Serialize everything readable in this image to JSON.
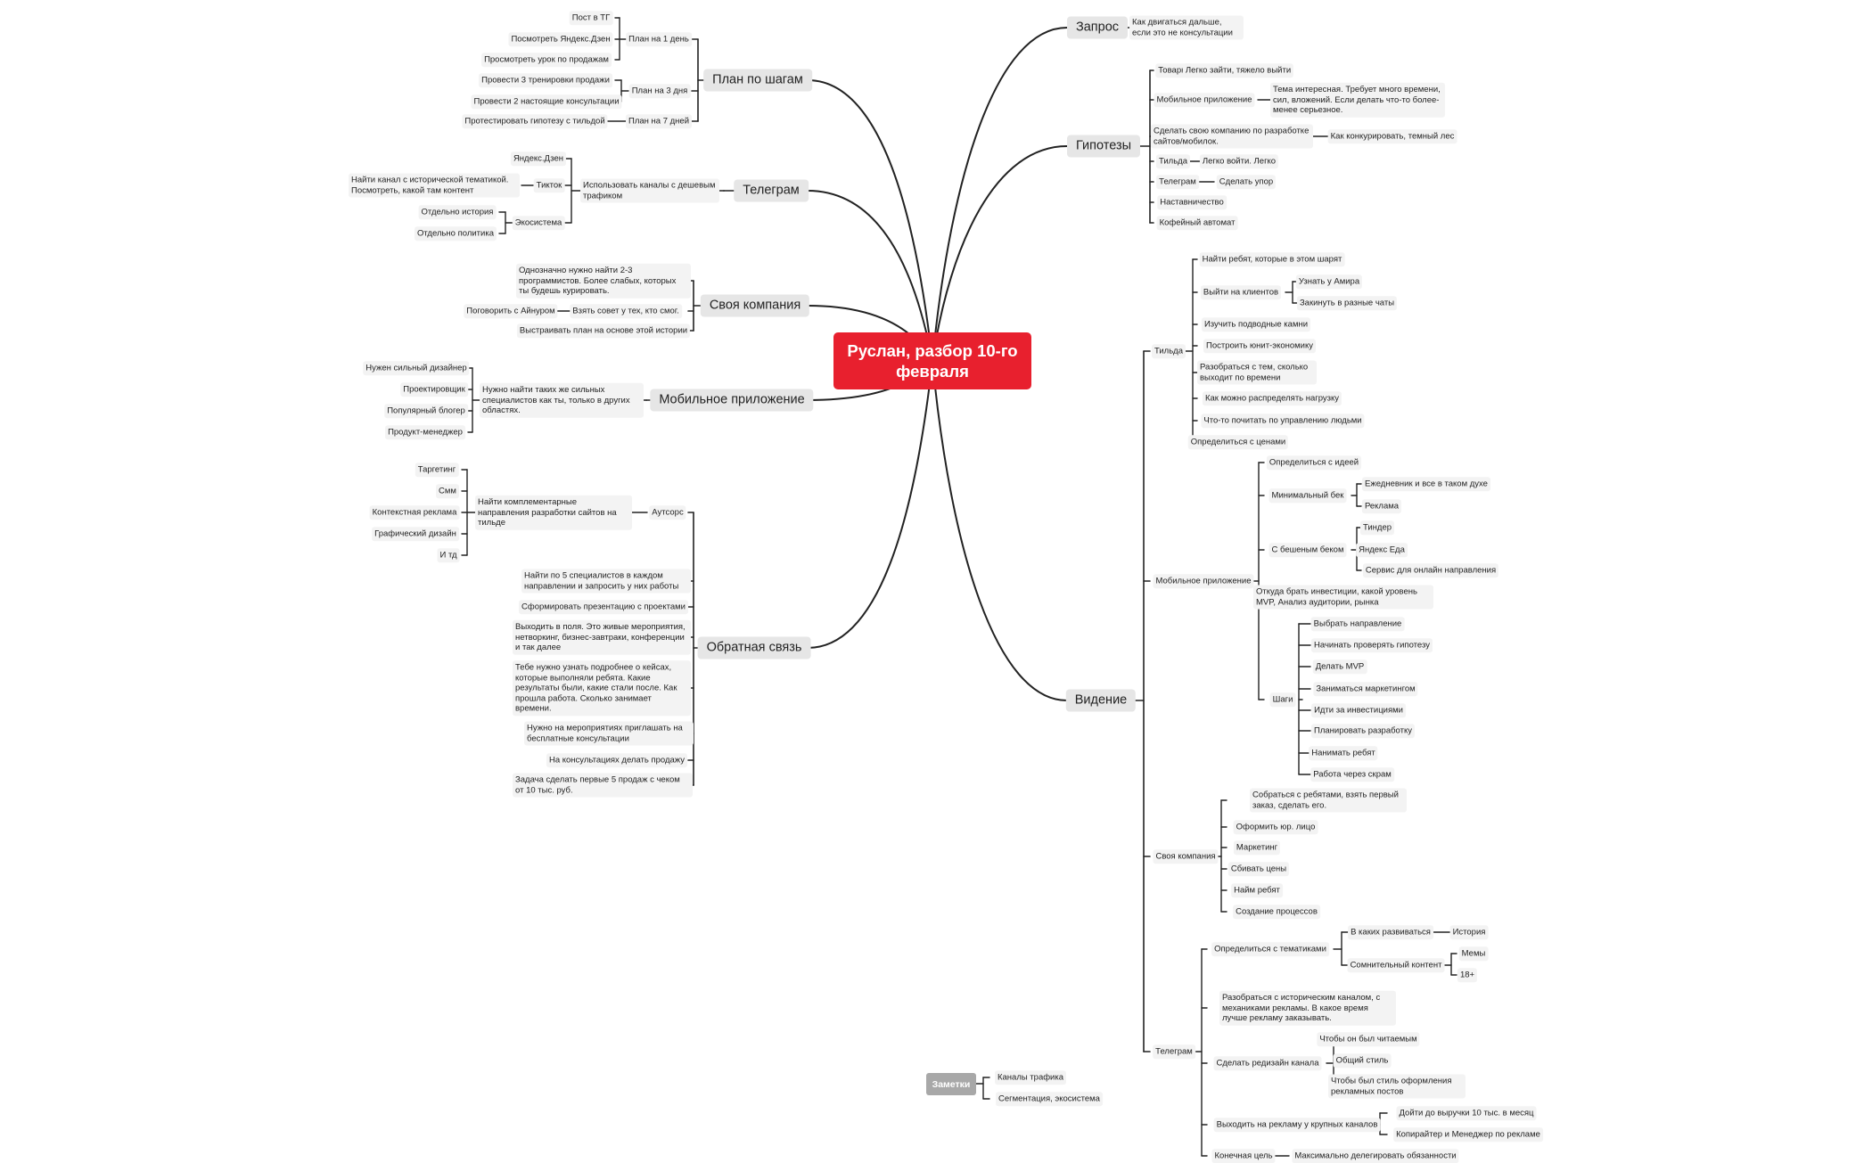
{
  "root": "Руслан, разбор 10-го февраля",
  "branches": {
    "zapros": {
      "label": "Запрос",
      "items": [
        "Как двигаться дальше, если это не консультации"
      ]
    },
    "gipotezy": {
      "label": "Гипотезы",
      "items": [
        {
          "label": "Товарка",
          "child": "Легко зайти, тяжело выйти"
        },
        {
          "label": "Мобильное приложение",
          "child": "Тема интересная. Требует много времени, сил, вложений. Если делать что-то более-менее серьезное."
        },
        {
          "label": "Сделать свою компанию по разработке сайтов/мобилок.",
          "child": "Как конкурировать, темный лес"
        },
        {
          "label": "Тильда",
          "child": "Легко войти. Легко"
        },
        {
          "label": "Телеграм",
          "child": "Сделать упор"
        },
        {
          "label": "Наставничество"
        },
        {
          "label": "Кофейный автомат"
        }
      ]
    },
    "videnie": {
      "label": "Видение",
      "tilda": {
        "label": "Тильда",
        "items": [
          "Найти ребят, которые в этом шарят",
          "Выйти на клиентов",
          "Изучить подводные камни",
          "Построить юнит-экономику",
          "Разобраться с тем, сколько выходит по времени",
          "Как можно распределять нагрузку",
          "Что-то почитать по управлению людьми",
          "Определиться с ценами"
        ],
        "clients": [
          "Узнать у Амира",
          "Закинуть в разные чаты"
        ]
      },
      "mobile": {
        "label": "Мобильное приложение",
        "items": [
          "Определиться с идеей",
          "Минимальный бек",
          "С бешеным беком",
          "Откуда брать инвестиции, какой уровень MVP, Анализ аудитории, рынка",
          "Шаги"
        ],
        "min_back": [
          "Ежедневник и все в таком духе",
          "Реклама"
        ],
        "crazy_back": [
          "Тиндер",
          "Яндекс Еда",
          "Сервис для онлайн направления"
        ],
        "steps": [
          "Выбрать направление",
          "Начинать проверять гипотезу",
          "Делать MVP",
          "Заниматься маркетингом",
          "Идти за инвестициями",
          "Планировать разработку",
          "Нанимать ребят",
          "Работа через скрам"
        ]
      },
      "company": {
        "label": "Своя компания",
        "items": [
          "Собраться с ребятами, взять первый заказ, сделать его.",
          "Оформить юр. лицо",
          "Маркетинг",
          "Сбивать цены",
          "Найм ребят",
          "Создание процессов"
        ]
      },
      "telegram": {
        "label": "Телеграм",
        "items": [
          "Определиться с тематиками",
          "Разобраться с историческим каналом, с механиками рекламы. В какое время лучше рекламу заказывать.",
          "Сделать редизайн канала",
          "Выходить на рекламу у крупных каналов",
          "Конечная цель"
        ],
        "themes": [
          "В каких развиваться",
          "Сомнительный контент"
        ],
        "themes_grow": "История",
        "themes_doubt": [
          "Мемы",
          "18+"
        ],
        "redesign": [
          "Чтобы он был читаемым",
          "Общий стиль",
          "Чтобы был стиль оформления рекламных постов"
        ],
        "ads": [
          "Дойти до выручки 10 тыс. в месяц",
          "Копирайтер и Менеджер по рекламе"
        ],
        "goal": "Максимально делегировать обязанности"
      }
    },
    "plan": {
      "label": "План по шагам",
      "items": [
        {
          "label": "План на 1 день",
          "children": [
            "Пост в ТГ",
            "Посмотреть Яндекс.Дзен",
            "Просмотреть урок по продажам"
          ]
        },
        {
          "label": "План на 3 дня",
          "children": [
            "Провести 3 тренировки продажи",
            "Провести 2 настоящие консультации"
          ]
        },
        {
          "label": "План на 7 дней",
          "children": [
            "Протестировать гипотезу с тильдой"
          ]
        }
      ]
    },
    "telegram": {
      "label": "Телеграм",
      "hub": "Использовать каналы с дешевым трафиком",
      "items": [
        "Яндекс.Дзен",
        "Тикток",
        "Экосистема"
      ],
      "tiktok": "Найти канал с исторической тематикой. Посмотреть, какой там контент",
      "eco": [
        "Отдельно история",
        "Отдельно политика"
      ]
    },
    "company": {
      "label": "Своя компания",
      "items": [
        "Однозначно нужно найти 2-3 программистов. Более слабых, которых ты будешь курировать.",
        "Взять совет у тех, кто смог.",
        "Выстраивать план на основе этой истории"
      ],
      "advice": "Поговорить с Айнуром"
    },
    "mobile": {
      "label": "Мобильное приложение",
      "hub": "Нужно найти таких же сильных специалистов как ты, только в других областях.",
      "items": [
        "Нужен сильный дизайнер",
        "Проектировщик",
        "Популярный блогер",
        "Продукт-менеджер"
      ]
    },
    "feedback": {
      "label": "Обратная связь",
      "items": [
        "Аутсорс",
        "Найти по 5 специалистов в каждом направлении и запросить у них работы",
        "Сформировать презентацию с проектами",
        "Выходить в поля. Это живые мероприятия, нетворкинг, бизнес-завтраки, конференции и так далее",
        "Тебе нужно узнать подробнее о кейсах, которые выполняли ребята. Какие результаты были, какие стали после. Как прошла работа. Сколько занимает времени.",
        "Нужно на мероприятиях приглашать на бесплатные консультации",
        "На консультациях делать продажу",
        "Задача сделать первые 5 продаж с чеком от 10 тыс. руб."
      ],
      "outsource_hub": "Найти комплементарные направления разработки сайтов на тильде",
      "outsource": [
        "Таргетинг",
        "Смм",
        "Контекстная реклама",
        "Графический дизайн",
        "И тд"
      ]
    }
  },
  "notes": {
    "label": "Заметки",
    "items": [
      "Каналы трафика",
      "Сегментация, экосистема"
    ]
  },
  "colors": {
    "root": "#e8202e",
    "line": "#222222",
    "node_bg": "#f3f3f3",
    "branch_bg": "#e6e6e6",
    "notes_bg": "#a8a8a8"
  }
}
